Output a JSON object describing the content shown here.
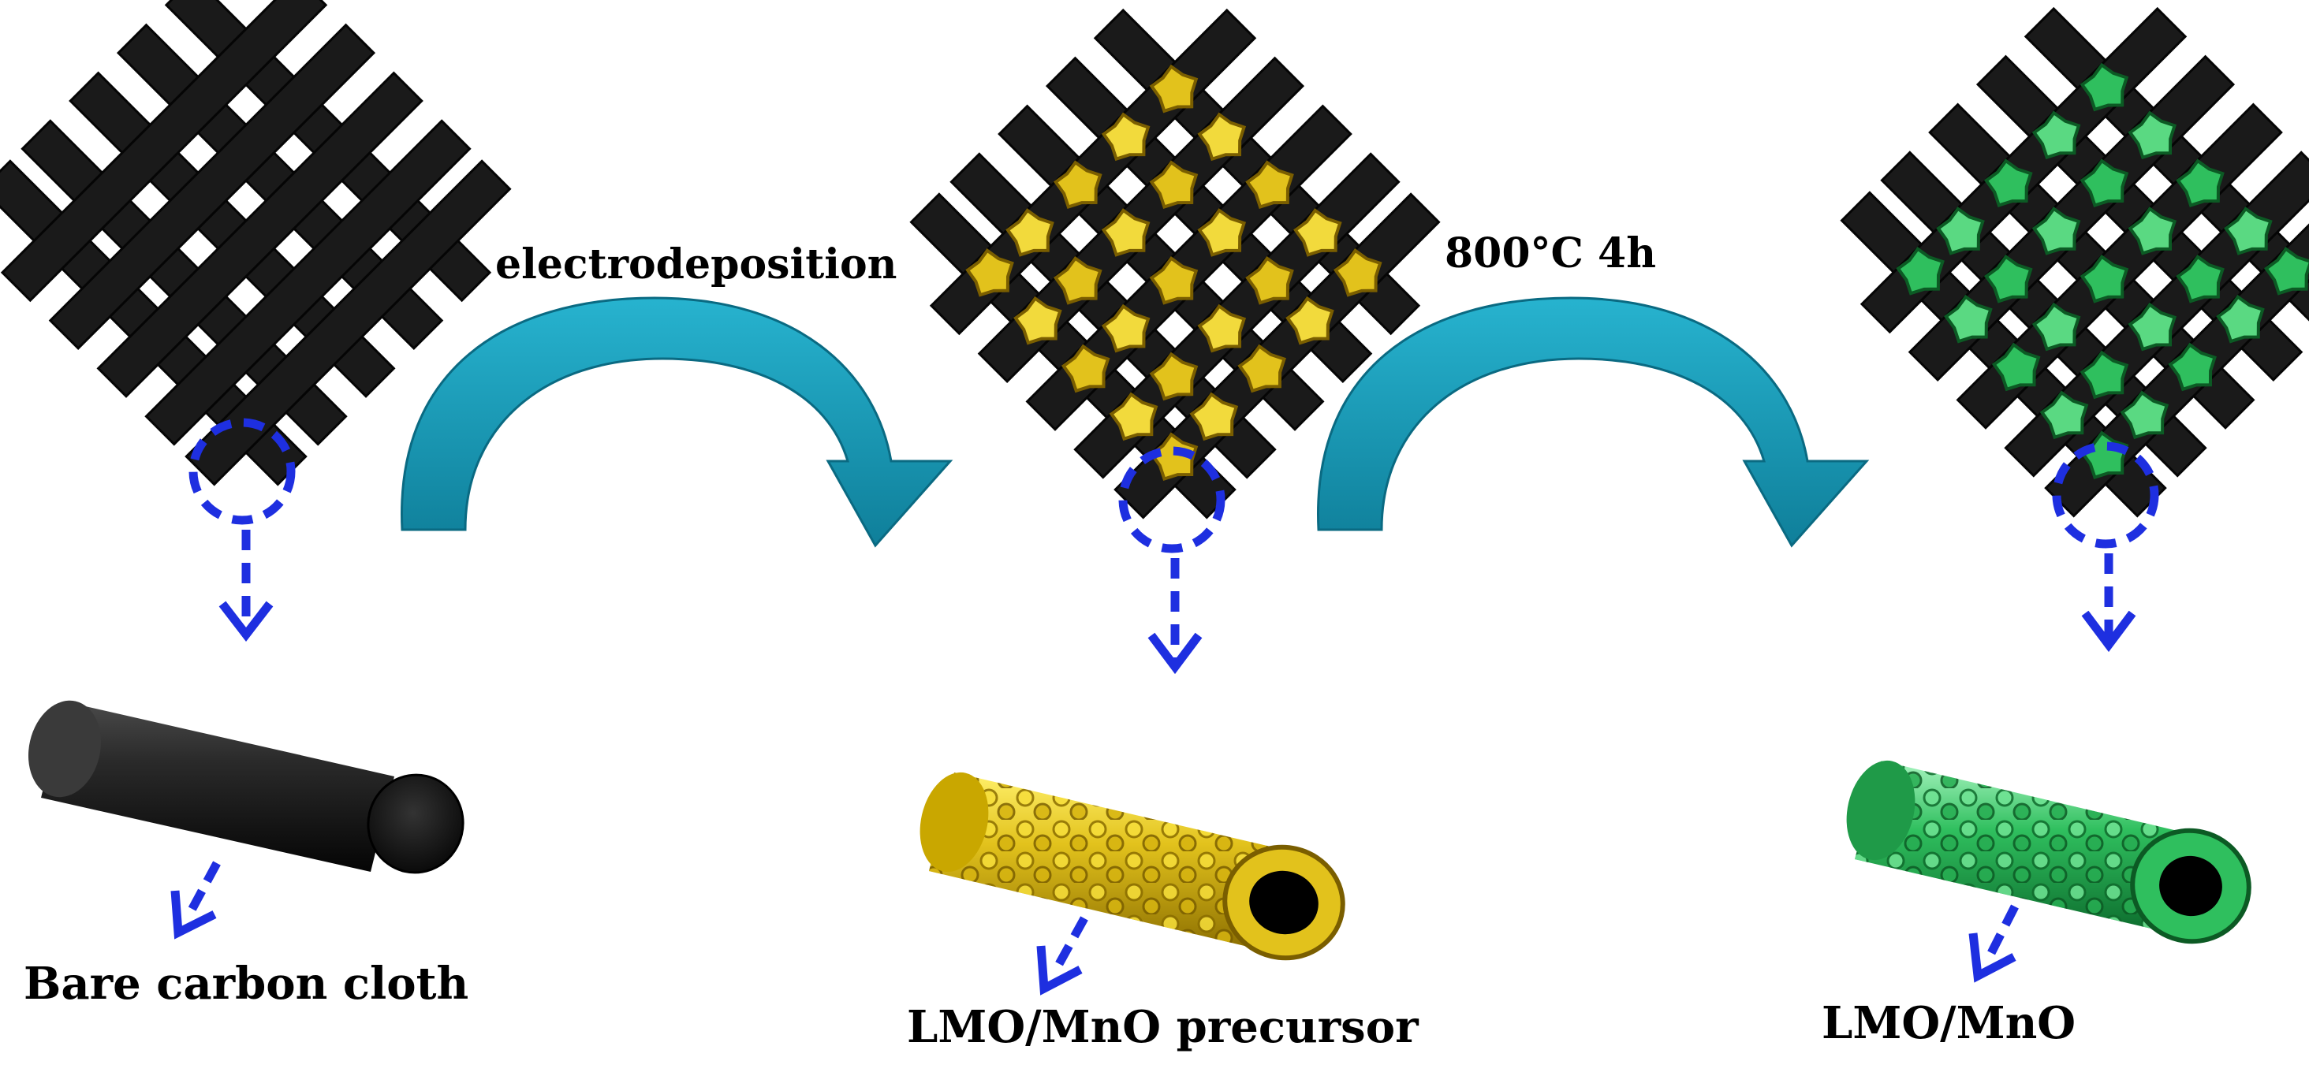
{
  "steps": {
    "step1_label": "electrodeposition",
    "step2_label": "800°C  4h"
  },
  "captions": {
    "bare": "Bare carbon cloth",
    "precursor": "LMO/MnO precursor",
    "product": "LMO/MnO"
  },
  "colors": {
    "cloth": "#1a1a1a",
    "cloth_gap": "#ffffff",
    "precursor_coating": "#e2c21c",
    "product_coating": "#2fbf5e",
    "process_arrow": "#1796b2",
    "zoom_indicator": "#1e2fe0",
    "label_text": "#000000"
  }
}
